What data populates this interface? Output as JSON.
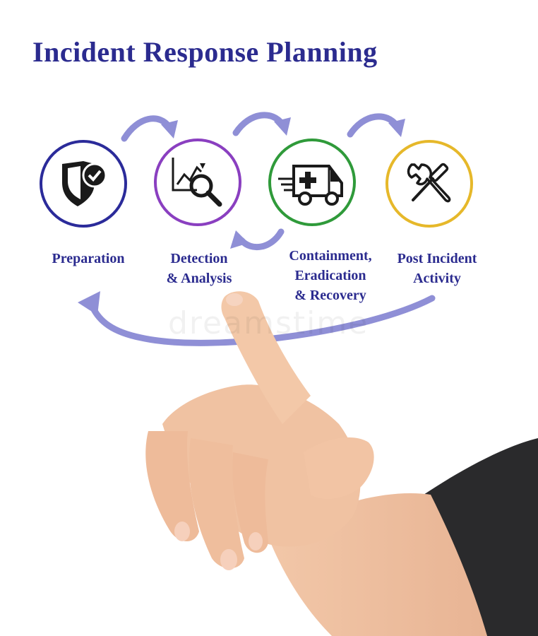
{
  "title": "Incident Response Planning",
  "stages": [
    {
      "id": "preparation",
      "lines": [
        "Preparation"
      ],
      "color": "#2b2b9a",
      "icon": "shield-check-icon"
    },
    {
      "id": "detection",
      "lines": [
        "Detection",
        "& Analysis"
      ],
      "color": "#8a3fc0",
      "icon": "chart-magnifier-icon"
    },
    {
      "id": "containment",
      "lines": [
        "Containment,",
        "Eradication",
        "& Recovery"
      ],
      "color": "#2f9a3a",
      "icon": "ambulance-icon"
    },
    {
      "id": "post-incident",
      "lines": [
        "Post Incident",
        "Activity"
      ],
      "color": "#e6b82a",
      "icon": "wrench-screwdriver-icon"
    }
  ],
  "arrow_color": "#8f8fd6",
  "watermark": "dreamstime"
}
